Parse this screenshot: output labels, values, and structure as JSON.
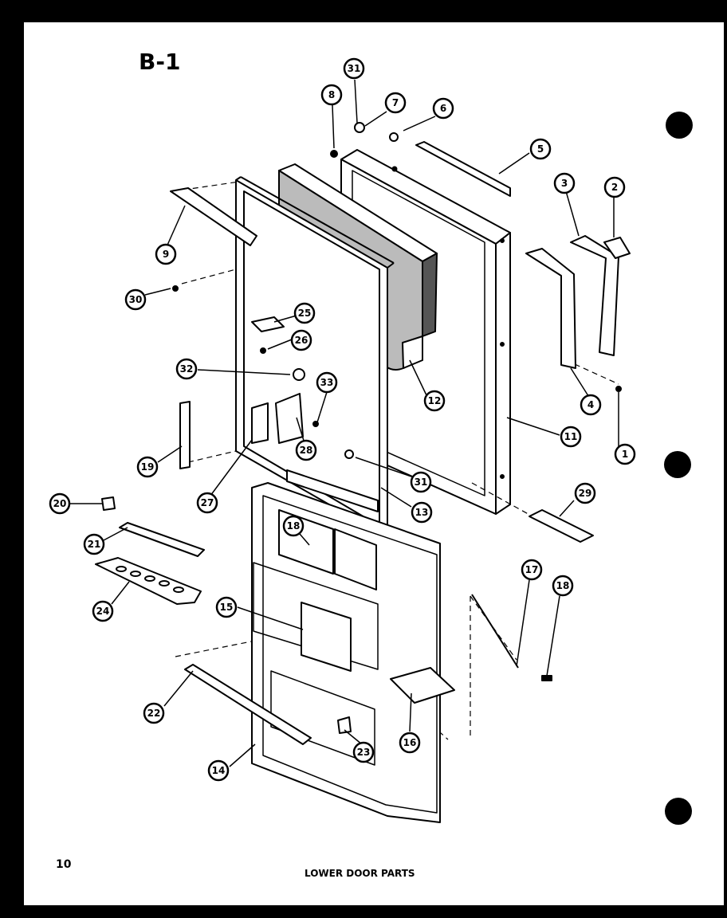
{
  "page": {
    "section": "B-1",
    "page_number": "10",
    "caption": "LOWER DOOR PARTS"
  },
  "callouts": [
    {
      "id": "c1",
      "label": "1"
    },
    {
      "id": "c2",
      "label": "2"
    },
    {
      "id": "c3",
      "label": "3"
    },
    {
      "id": "c4",
      "label": "4"
    },
    {
      "id": "c5",
      "label": "5"
    },
    {
      "id": "c6",
      "label": "6"
    },
    {
      "id": "c7",
      "label": "7"
    },
    {
      "id": "c8",
      "label": "8"
    },
    {
      "id": "c9",
      "label": "9"
    },
    {
      "id": "c11",
      "label": "11"
    },
    {
      "id": "c12",
      "label": "12"
    },
    {
      "id": "c13",
      "label": "13"
    },
    {
      "id": "c14",
      "label": "14"
    },
    {
      "id": "c15",
      "label": "15"
    },
    {
      "id": "c16",
      "label": "16"
    },
    {
      "id": "c17",
      "label": "17"
    },
    {
      "id": "c18a",
      "label": "18"
    },
    {
      "id": "c18b",
      "label": "18"
    },
    {
      "id": "c19",
      "label": "19"
    },
    {
      "id": "c20",
      "label": "20"
    },
    {
      "id": "c21",
      "label": "21"
    },
    {
      "id": "c22",
      "label": "22"
    },
    {
      "id": "c23",
      "label": "23"
    },
    {
      "id": "c24",
      "label": "24"
    },
    {
      "id": "c25",
      "label": "25"
    },
    {
      "id": "c26",
      "label": "26"
    },
    {
      "id": "c27",
      "label": "27"
    },
    {
      "id": "c28",
      "label": "28"
    },
    {
      "id": "c29",
      "label": "29"
    },
    {
      "id": "c30",
      "label": "30"
    },
    {
      "id": "c31a",
      "label": "31"
    },
    {
      "id": "c31b",
      "label": "31"
    },
    {
      "id": "c32",
      "label": "32"
    },
    {
      "id": "c33",
      "label": "33"
    }
  ]
}
